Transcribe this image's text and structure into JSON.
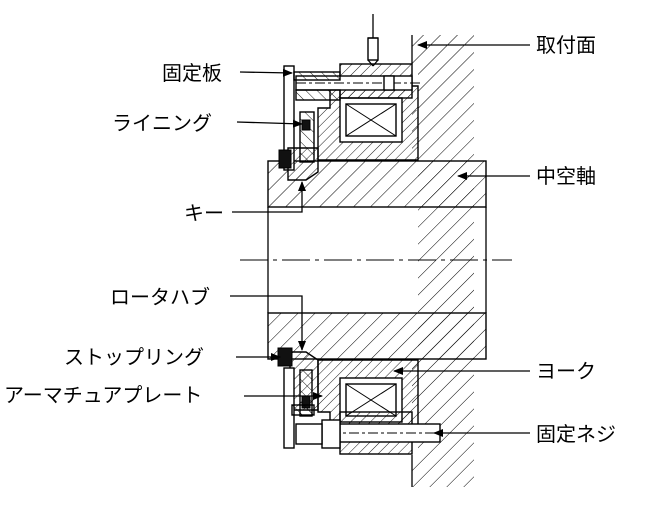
{
  "labels": {
    "mounting_surface": "取付面",
    "fixed_plate": "固定板",
    "lining": "ライニング",
    "hollow_shaft": "中空軸",
    "key": "キー",
    "rotor_hub": "ロータハブ",
    "stopping_ring": "ストップリング",
    "yoke": "ヨーク",
    "armature_plate": "アーマチュアプレート",
    "fixing_screw": "固定ネジ"
  },
  "colors": {
    "line": "#000000",
    "background": "#ffffff",
    "dark_part": "#111111"
  }
}
